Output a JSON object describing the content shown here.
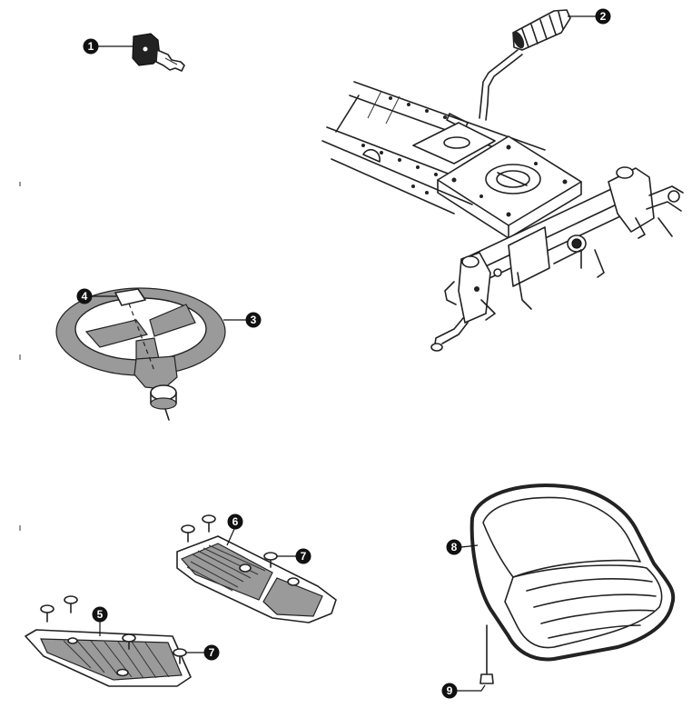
{
  "callouts": [
    {
      "number": "1",
      "part": "ignition-key"
    },
    {
      "number": "2",
      "part": "lever-grip"
    },
    {
      "number": "3",
      "part": "steering-wheel"
    },
    {
      "number": "4",
      "part": "steering-wheel-cap"
    },
    {
      "number": "5",
      "part": "left-foot-plate"
    },
    {
      "number": "6",
      "part": "right-foot-plate"
    },
    {
      "number": "7",
      "part": "foot-plate-screw"
    },
    {
      "number": "7",
      "part": "foot-plate-screw"
    },
    {
      "number": "8",
      "part": "seat"
    },
    {
      "number": "9",
      "part": "seat-bolt"
    }
  ]
}
